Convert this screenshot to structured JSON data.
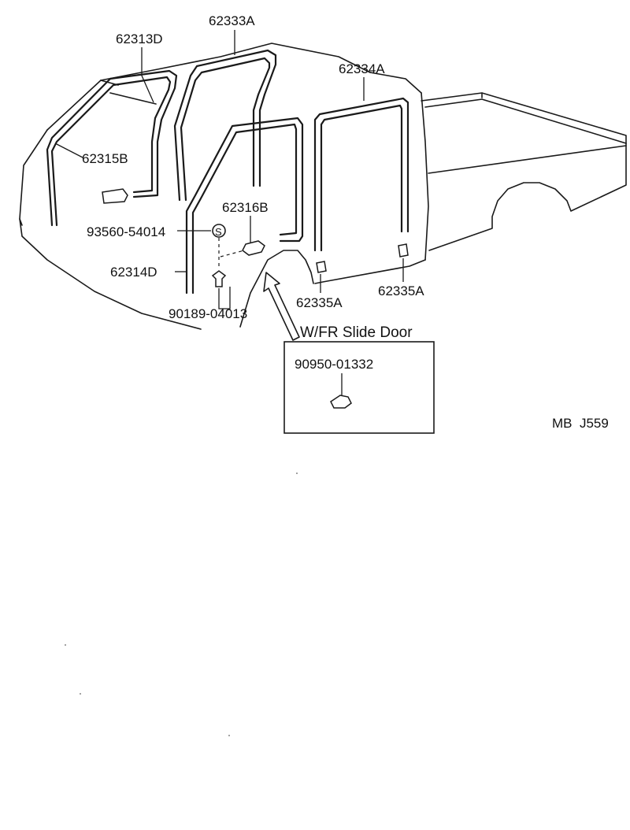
{
  "parts": {
    "p62333A": "62333A",
    "p62313D": "62313D",
    "p62334A": "62334A",
    "p62315B": "62315B",
    "p62316B": "62316B",
    "p93560": "93560-54014",
    "p62314D": "62314D",
    "p90189": "90189-04013",
    "p62335A_left": "62335A",
    "p62335A_right": "62335A"
  },
  "screw_symbol": "S",
  "inset": {
    "title": "W/FR Slide Door",
    "part": "90950-01332"
  },
  "figure_code": "MB  J559"
}
